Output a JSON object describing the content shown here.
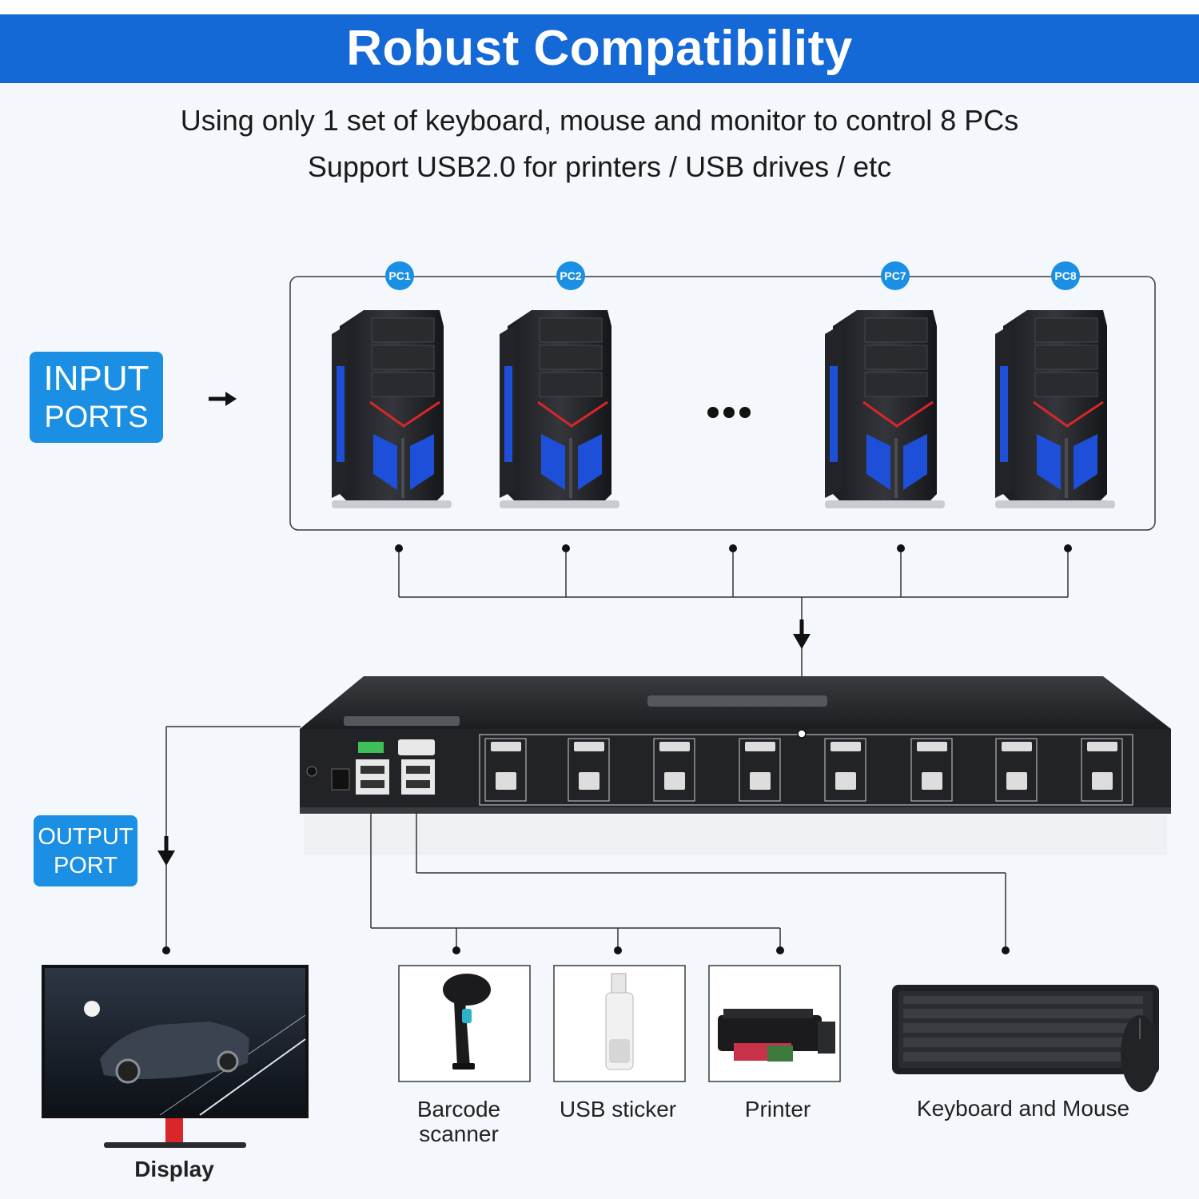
{
  "header": {
    "title": "Robust Compatibility",
    "subtitle_1": "Using only 1 set of keyboard, mouse and monitor to control 8 PCs",
    "subtitle_2": "Support USB2.0 for printers / USB drives / etc"
  },
  "input": {
    "badge_line1": "INPUT",
    "badge_line2": "PORTS",
    "pcs": [
      "PC1",
      "PC2",
      "PC7",
      "PC8"
    ]
  },
  "output": {
    "badge_line1": "OUTPUT",
    "badge_line2": "PORT"
  },
  "devices": {
    "display": "Display",
    "barcode_line1": "Barcode",
    "barcode_line2": "scanner",
    "usb_sticker": "USB sticker",
    "printer": "Printer",
    "keyboard_mouse": "Keyboard and Mouse"
  },
  "colors": {
    "title_bar": "#1469d6",
    "badge": "#1a8fe3",
    "pc_blue": "#1e4fd8",
    "pc_red": "#d8262a",
    "switch_body": "#222326"
  },
  "icons": [
    "pc-tower-icon",
    "kvm-switch-icon",
    "display-monitor-icon",
    "barcode-scanner-icon",
    "usb-drive-icon",
    "printer-icon",
    "keyboard-icon",
    "mouse-icon",
    "arrow-right-icon",
    "arrow-down-icon"
  ]
}
